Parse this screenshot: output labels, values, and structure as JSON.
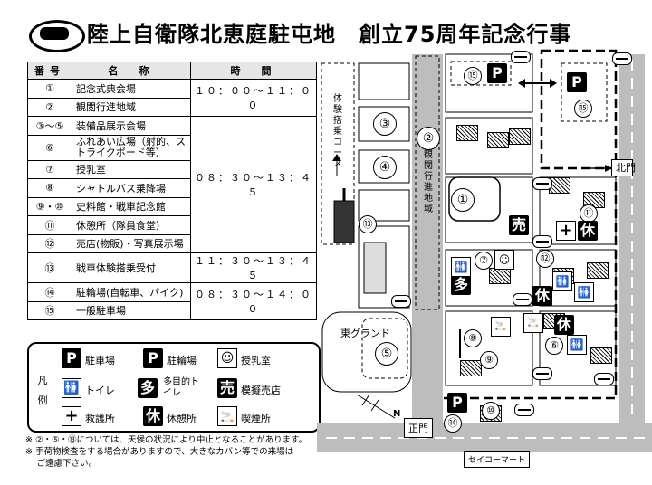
{
  "title": "陸上自衛隊北恵庭駐屯地　創立75周年記念行事",
  "table": {
    "headers": [
      "番号",
      "名　称",
      "時　間"
    ],
    "rows": [
      {
        "no": "①",
        "name": "記念式典会場"
      },
      {
        "no": "②",
        "name": "観閲行進地域"
      },
      {
        "no": "③～⑤",
        "name": "装備品展示会場"
      },
      {
        "no": "⑥",
        "name": "ふれあい広場（射的、ストライクボード等）"
      },
      {
        "no": "⑦",
        "name": "授乳室"
      },
      {
        "no": "⑧",
        "name": "シャトルバス乗降場"
      },
      {
        "no": "⑨・⑩",
        "name": "史料館・戦車記念館"
      },
      {
        "no": "⑪",
        "name": "休憩所（隊員食堂）"
      },
      {
        "no": "⑫",
        "name": "売店(物販)・写真展示場"
      },
      {
        "no": "⑬",
        "name": "戦車体験搭乗受付"
      },
      {
        "no": "⑭",
        "name": "駐輪場(自転車、バイク)"
      },
      {
        "no": "⑮",
        "name": "一般駐車場"
      }
    ],
    "times": [
      "１０：００～１１：００",
      "０８：３０～１３：４５",
      "１１：３０～１３：４５",
      "０８：３０～１４：００"
    ]
  },
  "legend": {
    "side_label": "凡例",
    "items": [
      {
        "icon": "P",
        "label": "駐車場"
      },
      {
        "icon": "P",
        "label": "駐輪場"
      },
      {
        "icon": "baby",
        "label": "授乳室"
      },
      {
        "icon": "toilet",
        "label": "トイレ"
      },
      {
        "icon": "多",
        "label": "多目的トイレ"
      },
      {
        "icon": "売",
        "label": "模擬売店"
      },
      {
        "icon": "+",
        "label": "救護所"
      },
      {
        "icon": "休",
        "label": "休憩所"
      },
      {
        "icon": "smoke",
        "label": "喫煙所"
      }
    ]
  },
  "notes": [
    "※ ②・⑤・⑬については、天候の状況により中止となることがあります。",
    "※ 手荷物検査をする場合がありますので、大きなカバン等での来場は",
    "　 ご遠慮下さい。"
  ],
  "map": {
    "course_label": "体験搭乗コース",
    "parade_label": "観閲行進地域",
    "ground_label": "東グランド",
    "north_gate": "北門",
    "main_gate": "正門",
    "store": "セイコーマート",
    "north": "N",
    "markers": {
      "m1": "①",
      "m2": "②",
      "m3": "③",
      "m4": "④",
      "m5": "⑤",
      "m6": "⑥",
      "m7": "⑦",
      "m8": "⑧",
      "m9": "⑨",
      "m10": "⑩",
      "m11": "⑪",
      "m12": "⑫",
      "m13": "⑬",
      "m14": "⑭",
      "m15a": "⑮",
      "m15b": "⑮"
    },
    "icons": {
      "P": "P",
      "rest": "休",
      "shop": "売",
      "multi": "多",
      "aid": "+"
    }
  }
}
